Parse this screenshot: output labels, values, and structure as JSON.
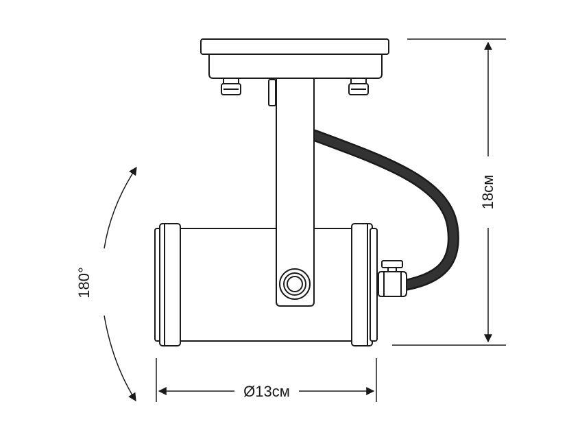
{
  "dimensions": {
    "height_label": "18см",
    "diameter_label": "Ø13см",
    "rotation_label": "180°"
  },
  "colors": {
    "line": "#1a1a1a",
    "cable": "#2a2a2a",
    "background": "#ffffff"
  }
}
